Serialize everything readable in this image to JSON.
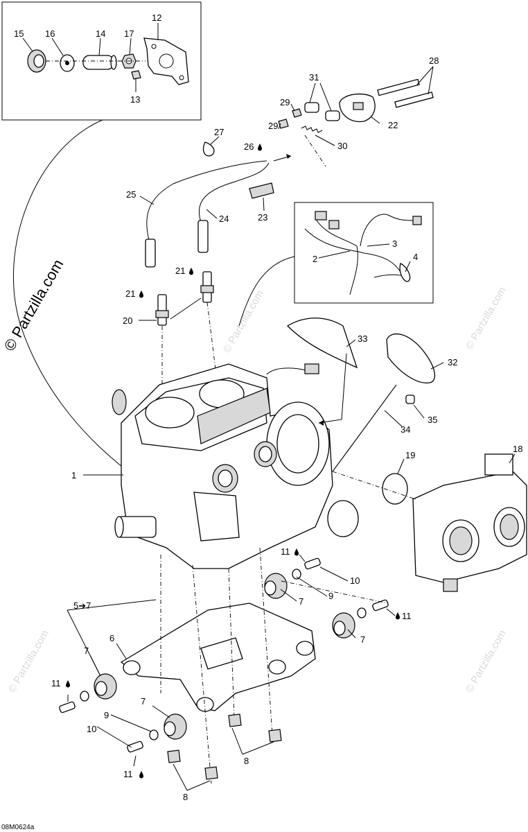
{
  "watermark": {
    "main": "© Partzilla.com",
    "repeat": "© Partzilla.com"
  },
  "diagram_code": "08M0624a",
  "labels": {
    "p1": "1",
    "p2": "2",
    "p3": "3",
    "p4": "4",
    "p5_7": "5➔7",
    "p6": "6",
    "p7a": "7",
    "p7b": "7",
    "p7c": "7",
    "p7d": "7",
    "p8a": "8",
    "p8b": "8",
    "p9a": "9",
    "p9b": "9",
    "p10a": "10",
    "p10b": "10",
    "p11a": "11",
    "p11b": "11",
    "p11c": "11",
    "p11d": "11",
    "p12": "12",
    "p13": "13",
    "p14": "14",
    "p15": "15",
    "p16": "16",
    "p17": "17",
    "p18": "18",
    "p19": "19",
    "p20": "20",
    "p21a": "21",
    "p21b": "21",
    "p22": "22",
    "p23": "23",
    "p24": "24",
    "p25": "25",
    "p26": "26",
    "p27": "27",
    "p28": "28",
    "p29a": "29",
    "p29b": "29",
    "p30": "30",
    "p31": "31",
    "p32": "32",
    "p33": "33",
    "p34": "34",
    "p35": "35"
  }
}
